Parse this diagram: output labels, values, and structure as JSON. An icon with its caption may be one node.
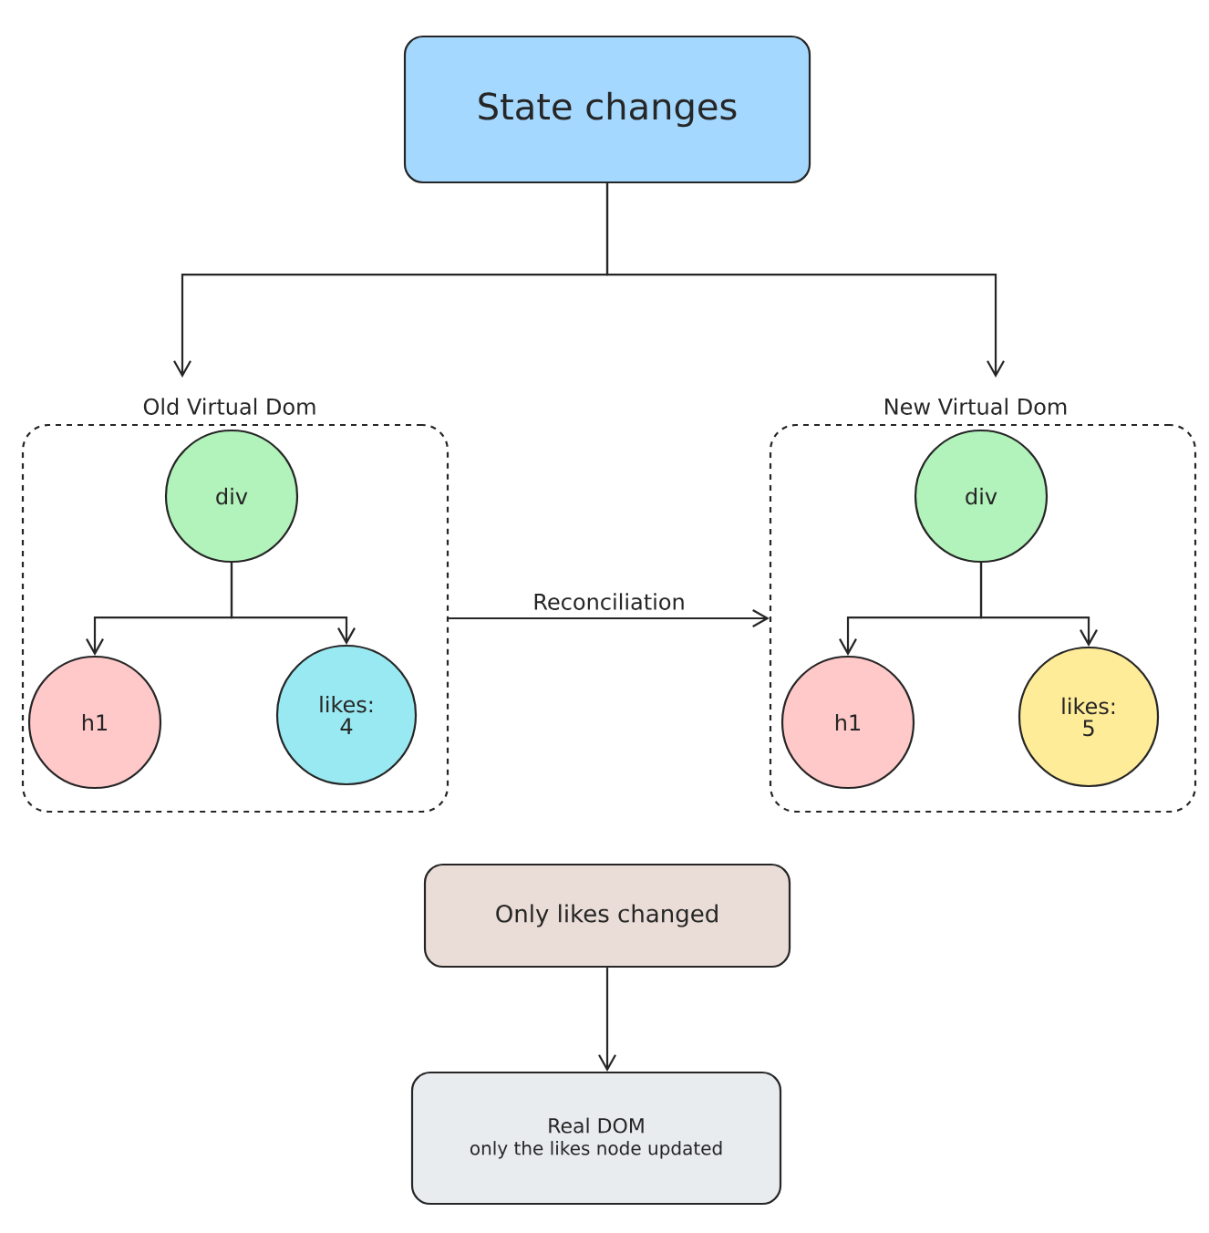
{
  "diagram": {
    "nodes": [
      {
        "text": [
          "State changes"
        ]
      },
      {
        "text": [
          "Old Virtual Dom"
        ]
      },
      {
        "text": [
          "div"
        ],
        "in": 1
      },
      {
        "text": [
          "h1"
        ],
        "in": 1
      },
      {
        "text": [
          "likes: 4"
        ],
        "in": 1
      },
      {
        "text": [
          "New Virtual Dom"
        ]
      },
      {
        "text": [
          "div"
        ],
        "in": 5
      },
      {
        "text": [
          "h1"
        ],
        "in": 5
      },
      {
        "text": [
          "likes: 5"
        ],
        "in": 5
      },
      {
        "text": [
          "Only likes changed"
        ]
      },
      {
        "text": [
          "Real DOM",
          "only the likes node updated"
        ]
      }
    ],
    "edges": [
      {
        "from": 0,
        "to": 1,
        "arrow": "to"
      },
      {
        "from": 0,
        "to": 5,
        "arrow": "to"
      },
      {
        "from": 2,
        "to": 3,
        "arrow": "to"
      },
      {
        "from": 2,
        "to": 4,
        "arrow": "to"
      },
      {
        "from": 1,
        "to": 5,
        "arrow": "to",
        "label": "Reconciliation"
      },
      {
        "from": 6,
        "to": 7,
        "arrow": "to"
      },
      {
        "from": 6,
        "to": 8,
        "arrow": "to"
      },
      {
        "from": 9,
        "to": 10,
        "arrow": "to"
      }
    ]
  }
}
